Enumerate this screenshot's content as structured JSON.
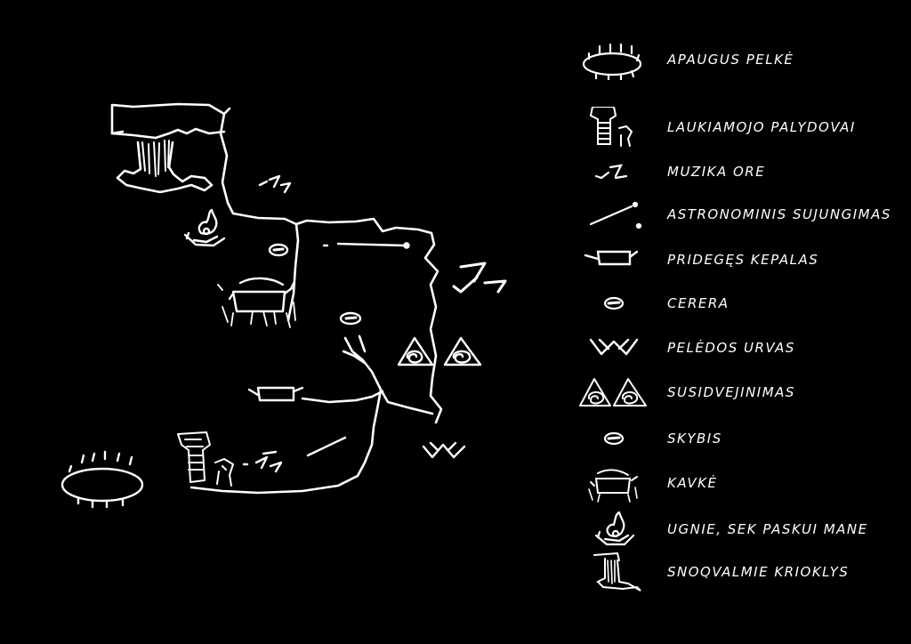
{
  "colors": {
    "background": "#000000",
    "ink": "#ffffff"
  },
  "legend": [
    {
      "icon": "apaugus-pelke-icon",
      "label": "APAUGUS PELKĖ"
    },
    {
      "icon": "laukiamojo-palydovai-icon",
      "label": "LAUKIAMOJO PALYDOVAI"
    },
    {
      "icon": "muzika-ore-icon",
      "label": "MUZIKA ORE"
    },
    {
      "icon": "astronominis-sujungimas-icon",
      "label": "ASTRONOMINIS SUJUNGIMAS"
    },
    {
      "icon": "pridegęs-kepalas-icon",
      "label": "PRIDEGĘS KEPALAS"
    },
    {
      "icon": "cerera-icon",
      "label": "CERERA"
    },
    {
      "icon": "pelėdos-urvas-icon",
      "label": "PELĖDOS URVAS"
    },
    {
      "icon": "susidvejinimas-icon",
      "label": "SUSIDVEJINIMAS"
    },
    {
      "icon": "skybis-icon",
      "label": "SKYBIS"
    },
    {
      "icon": "kavkė-icon",
      "label": "KAVKĖ"
    },
    {
      "icon": "ugnie-sek-paskui-mane-icon",
      "label": "UGNIE, SEK PASKUI MANE"
    },
    {
      "icon": "snogvalmie-krioklys-icon",
      "label": "SNOQVALMIE KRIOKLYS"
    }
  ]
}
